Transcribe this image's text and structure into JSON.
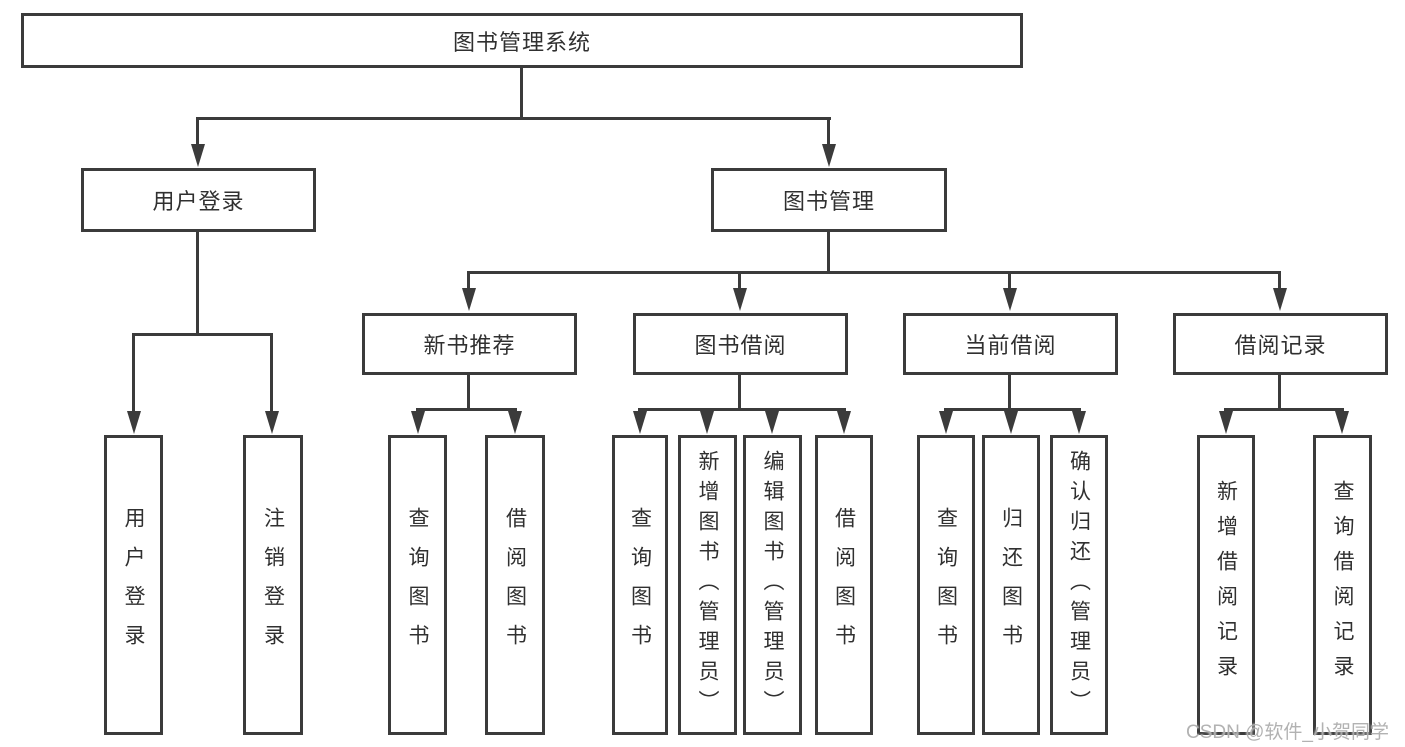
{
  "diagram": {
    "title": "图书管理系统",
    "root": {
      "label": "图书管理系统"
    },
    "branches": [
      {
        "label": "用户登录",
        "children": [
          "用户登录",
          "注销登录"
        ]
      },
      {
        "label": "图书管理",
        "children": [
          {
            "label": "新书推荐",
            "children": [
              "查询图书",
              "借阅图书"
            ]
          },
          {
            "label": "图书借阅",
            "children": [
              "查询图书",
              "新增图书（管理员）",
              "编辑图书（管理员）",
              "借阅图书"
            ]
          },
          {
            "label": "当前借阅",
            "children": [
              "查询图书",
              "归还图书",
              "确认归还（管理员）"
            ]
          },
          {
            "label": "借阅记录",
            "children": [
              "新增借阅记录",
              "查询借阅记录"
            ]
          }
        ]
      }
    ]
  },
  "colors": {
    "line": "#3b3b3b",
    "text": "#303030",
    "background": "#ffffff"
  },
  "watermark": {
    "text": "CSDN @软件_小贺同学"
  }
}
